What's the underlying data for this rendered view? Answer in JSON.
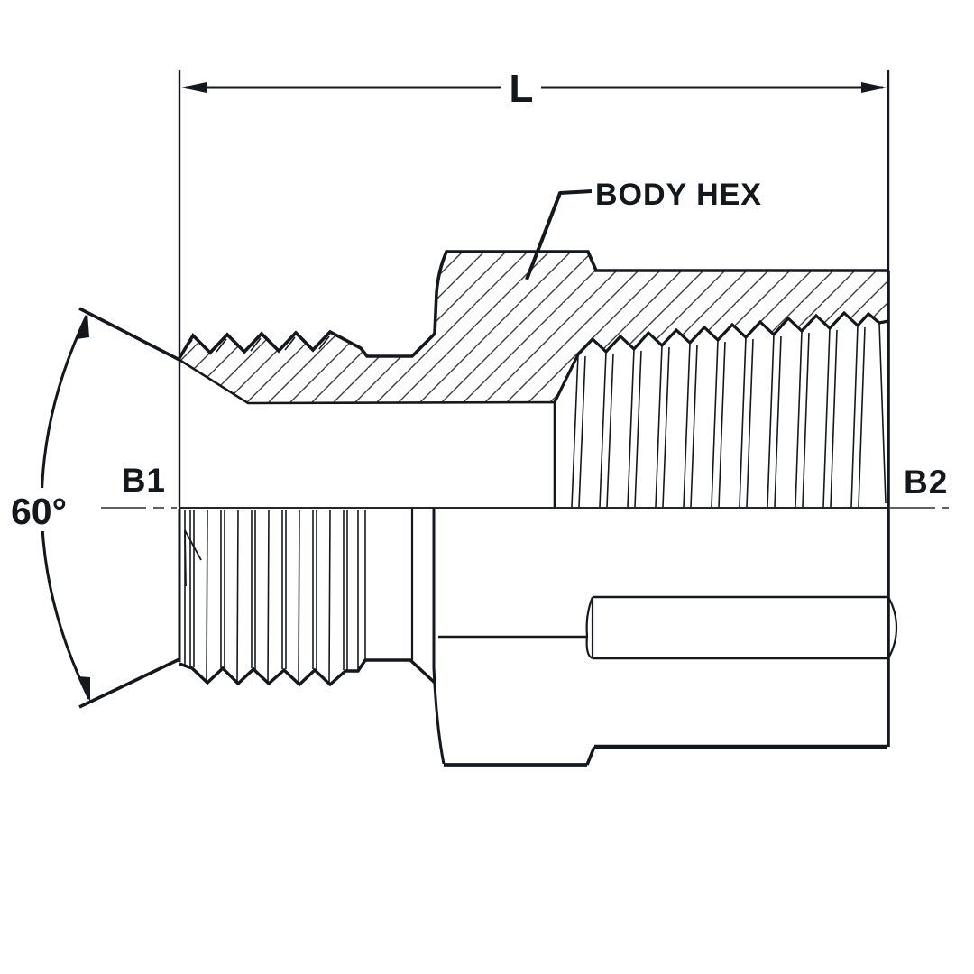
{
  "drawing": {
    "type": "technical-dimensional-drawing",
    "subject": "male pipe x female pipe adapter fitting, half-section view",
    "labels": {
      "length_dim": "L",
      "body_hex": "BODY HEX",
      "left_end": "B1",
      "right_end": "B2",
      "cone_angle": "60°"
    },
    "colors": {
      "ink": "#14181d",
      "background": "#ffffff",
      "hatch": "#3c3c3c",
      "centerline": "#4a4a4a"
    }
  }
}
